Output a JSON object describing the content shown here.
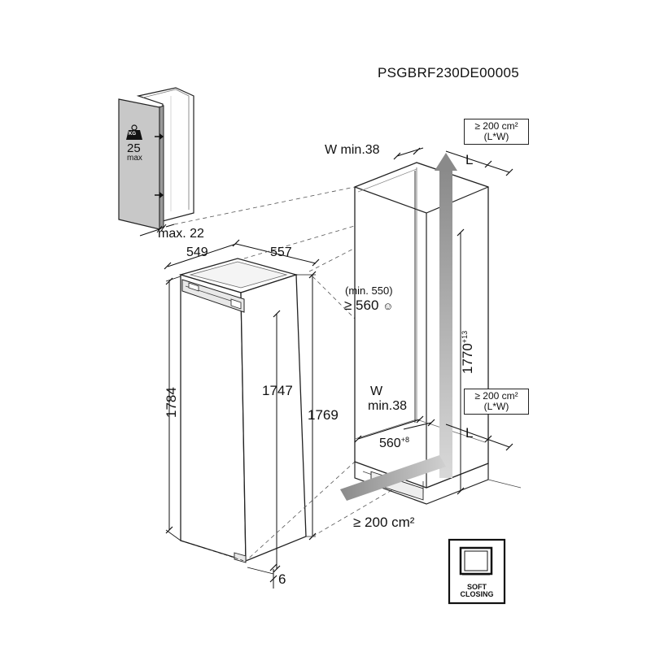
{
  "product_code": "PSGBRF230DE00005",
  "door_panel": {
    "weight_icon_text": "KG",
    "weight_value": "25",
    "weight_suffix": "max",
    "thickness_label": "max. 22"
  },
  "appliance": {
    "depth_label": "549",
    "width_label": "557",
    "height_total_label": "1784",
    "height_inner_label": "1747",
    "height_side_label": "1769",
    "bottom_offset_label": "6"
  },
  "niche": {
    "top_gap_label": "W min.38",
    "top_vent_box_line1": "≥ 200 cm²",
    "top_vent_box_line2": "(L*W)",
    "top_L_label": "L",
    "depth_min_label": "(min. 550)",
    "depth_label": "≥ 560",
    "height_label_base": "1770",
    "height_label_sup": "+13",
    "bottom_gap_w_label": "W",
    "bottom_gap_label": "min.38",
    "bottom_vent_box_line1": "≥ 200 cm²",
    "bottom_vent_box_line2": "(L*W)",
    "bottom_L_label": "L",
    "width_label_base": "560",
    "width_label_sup": "+8",
    "plinth_vent_label": "≥ 200 cm²"
  },
  "soft_closing_badge": {
    "line1": "SOFT",
    "line2": "CLOSING"
  }
}
